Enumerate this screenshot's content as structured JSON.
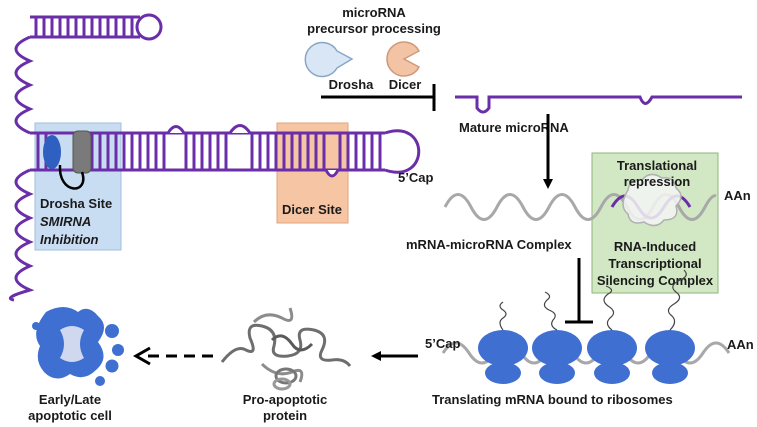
{
  "labels": {
    "processing_line1": "microRNA",
    "processing_line2": "precursor processing",
    "drosha": "Drosha",
    "dicer": "Dicer",
    "mature_mirna": "Mature microRNA",
    "drosha_site": "Drosha Site",
    "smirna_inhibition": "SMIRNA",
    "inhibition": "Inhibition",
    "dicer_site": "Dicer Site",
    "cap_top": "5’Cap",
    "aan_top": "AAn",
    "complex": "mRNA-microRNA Complex",
    "trans_rep_1": "Translational",
    "trans_rep_2": "repression",
    "risc_1": "RNA-Induced",
    "risc_2": "Transcriptional",
    "risc_3": "Silencing Complex",
    "cap_bottom": "5’Cap",
    "aan_bottom": "AAn",
    "translating": "Translating mRNA bound to ribosomes",
    "protein_1": "Pro-apoptotic",
    "protein_2": "protein",
    "cell_1": "Early/Late",
    "cell_2": "apoptotic cell"
  },
  "colors": {
    "rna_purple": "#6a2fa8",
    "drosha_site_box": "#c8dcf2",
    "dicer_site_box": "#f6c5a4",
    "risc_box": "#d2e8c4",
    "ribosome_blue": "#3f6fd0",
    "mrna_gray": "#a8a8a8",
    "drosha_pac": "#d8e6f6",
    "dicer_pac": "#f3c3a6"
  }
}
